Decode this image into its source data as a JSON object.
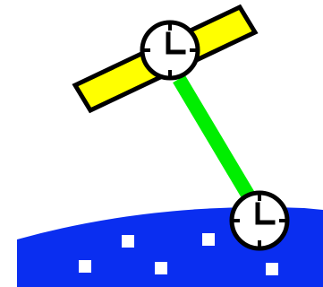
{
  "illustration": {
    "icon": "satellite-time-sync",
    "colors": {
      "background": "#ffffff",
      "earth": "#0a2ef0",
      "earth_window": "#ffffff",
      "solar_panel": "#ffff00",
      "beam": "#00ee00",
      "outline": "#000000",
      "clock_face": "#ffffff"
    },
    "clocks": [
      {
        "name": "satellite-clock"
      },
      {
        "name": "ground-clock"
      }
    ]
  }
}
